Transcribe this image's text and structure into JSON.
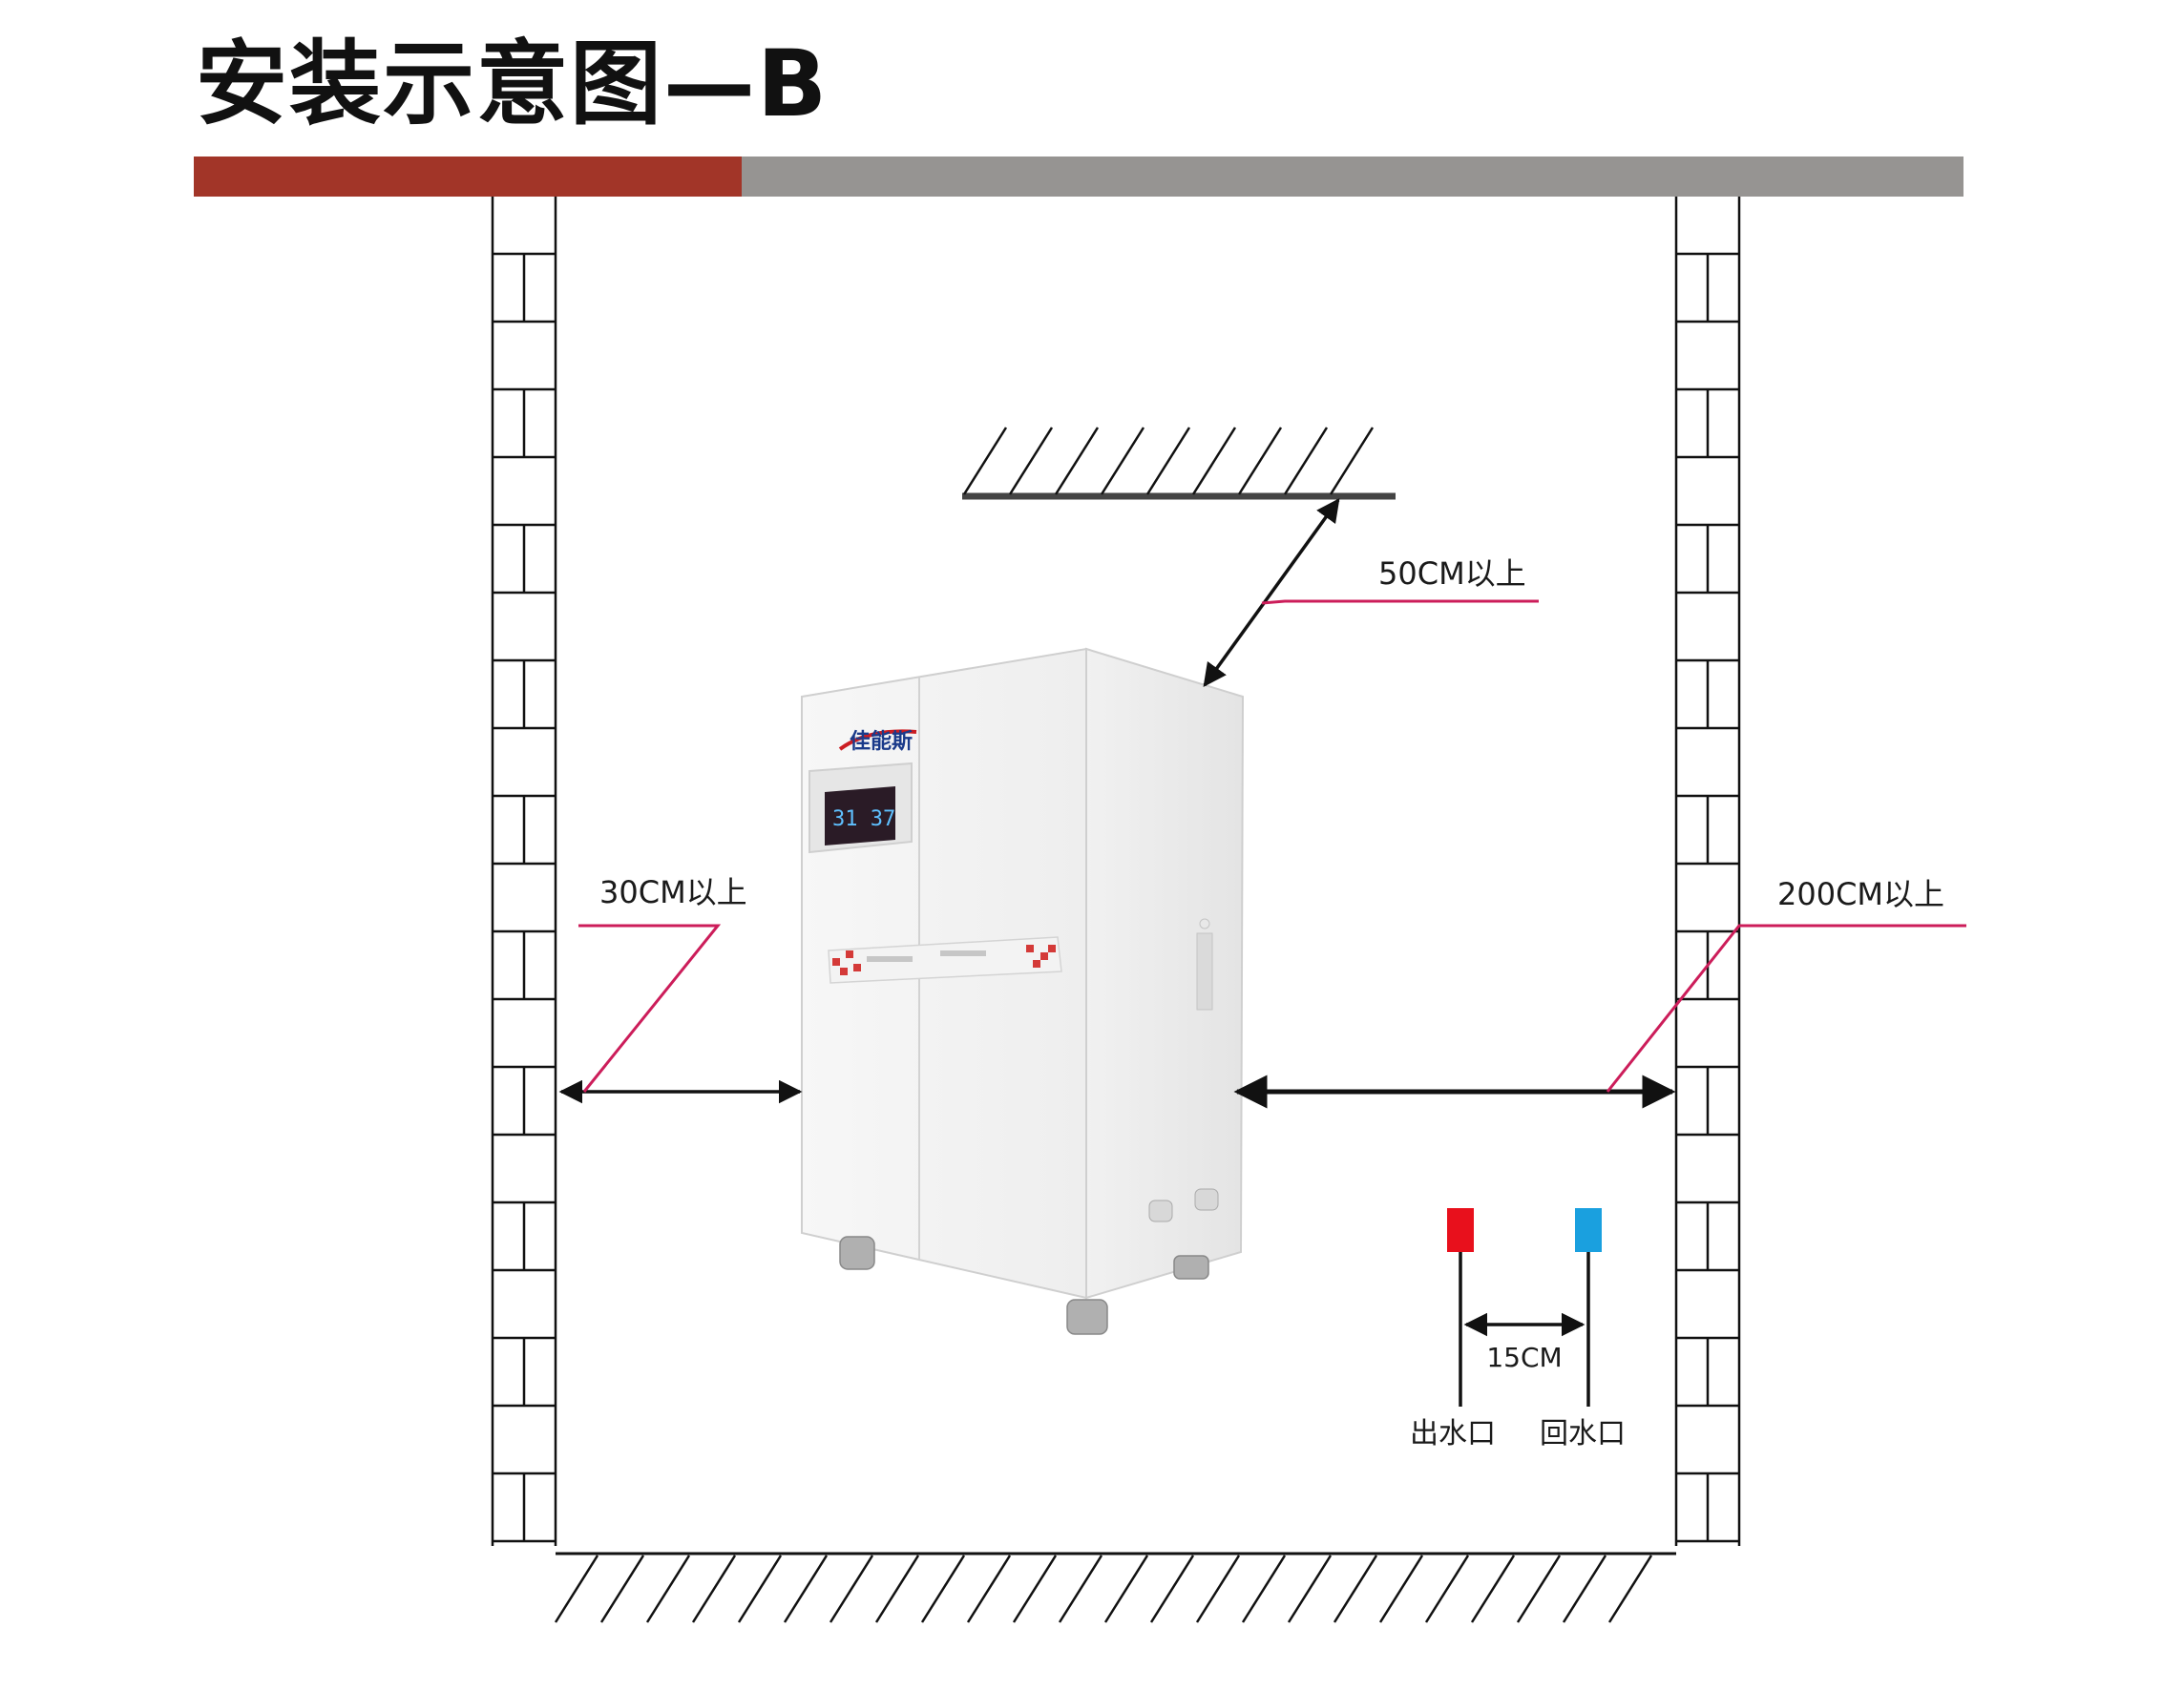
{
  "title": "安装示意图—B",
  "colors": {
    "accent_red": "#a23528",
    "bar_gray": "#969492",
    "dimension_line": "#cc1d5a",
    "outlet_red": "#e8101c",
    "return_blue": "#1aa0df"
  },
  "clearances": {
    "top": "50CM以上",
    "left": "30CM以上",
    "right": "200CM以上"
  },
  "pipes": {
    "spacing": "15CM",
    "outlet": "出水口",
    "return": "回水口"
  },
  "unit": {
    "brand": "佳能斯",
    "display": "31 37"
  }
}
